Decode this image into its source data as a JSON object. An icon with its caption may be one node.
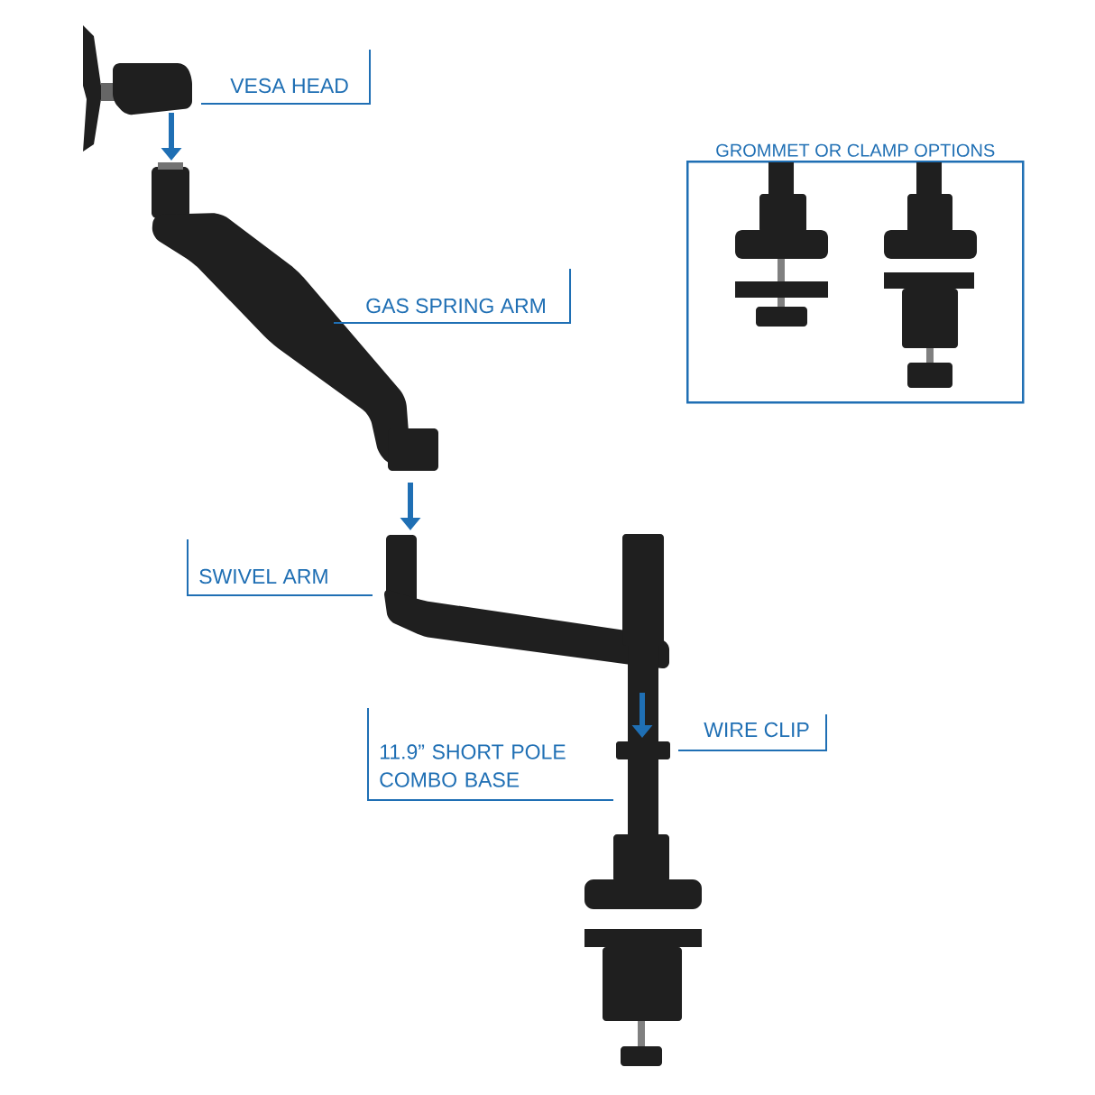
{
  "diagram": {
    "nodes": [
      {
        "text": [
          "GROMMET OR CLAMP OPTIONS"
        ]
      }
    ],
    "labels": [
      "VESA HEAD",
      "GAS SPRING ARM",
      "SWIVEL ARM",
      "WIRE CLIP",
      "11.9” SHORT POLE COMBO BASE"
    ]
  }
}
